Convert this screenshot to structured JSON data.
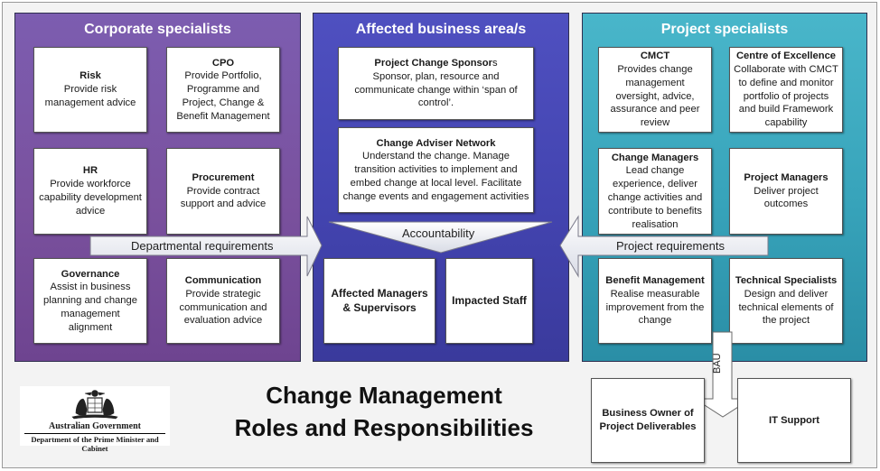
{
  "corporate": {
    "title": "Corporate specialists",
    "boxes": [
      {
        "title": "Risk",
        "text": "Provide risk management advice"
      },
      {
        "title": "CPO",
        "text": "Provide Portfolio, Programme and Project, Change & Benefit Management"
      },
      {
        "title": "HR",
        "text": "Provide workforce capability development advice"
      },
      {
        "title": "Procurement",
        "text": "Provide contract support and advice"
      },
      {
        "title": "Governance",
        "text": "Assist in business planning and change management alignment"
      },
      {
        "title": "Communication",
        "text": "Provide strategic communication and evaluation advice"
      }
    ]
  },
  "business": {
    "title": "Affected business area/s",
    "sponsors": {
      "title": "Project Change Sponsor",
      "title_suffix": "s",
      "text": "Sponsor, plan, resource and communicate change within ‘span of control’."
    },
    "adviser": {
      "title": "Change Adviser Network",
      "text": "Understand the change. Manage transition activities to implement and embed change at local level. Facilitate change events and engagement activities"
    },
    "accountability": "Accountability",
    "managers": "Affected Managers & Supervisors",
    "staff": "Impacted Staff"
  },
  "project": {
    "title": "Project specialists",
    "boxes": [
      {
        "title": "CMCT",
        "text": "Provides change management oversight, advice, assurance and peer review"
      },
      {
        "title": "Centre of Excellence",
        "text": "Collaborate with CMCT to define and monitor portfolio of projects and build Framework capability"
      },
      {
        "title": "Change Managers",
        "text": "Lead change experience, deliver change activities and contribute to benefits realisation"
      },
      {
        "title": "Project Managers",
        "text": "Deliver project outcomes"
      },
      {
        "title": "Benefit Management",
        "text": "Realise measurable improvement from the change"
      },
      {
        "title": "Technical Specialists",
        "text": "Design and deliver technical elements of the project"
      }
    ]
  },
  "arrows": {
    "departmental": "Departmental requirements",
    "project": "Project requirements",
    "bau": "BAU"
  },
  "bau_boxes": {
    "owner": "Business Owner of Project Deliverables",
    "it": "IT Support"
  },
  "title": {
    "line1": "Change Management",
    "line2": "Roles and Responsibilities"
  },
  "logo": {
    "line1": "Australian Government",
    "line2": "Department of the Prime Minister and Cabinet"
  }
}
